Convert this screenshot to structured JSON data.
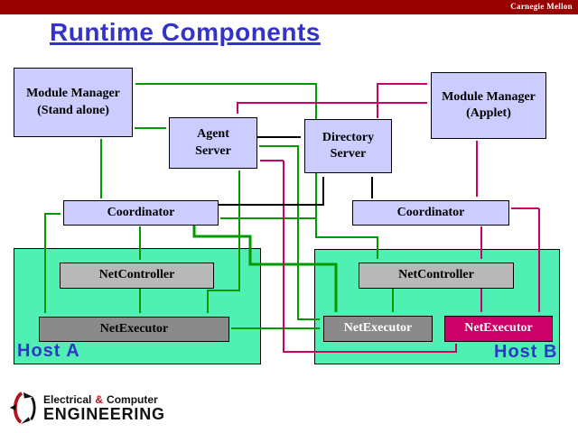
{
  "banner": {
    "brand": "Carnegie Mellon",
    "bg_color": "#990000",
    "text_color": "#ffffff"
  },
  "title": {
    "text": "Runtime Components",
    "color": "#3333cc"
  },
  "colors": {
    "box_fill": "#ccccff",
    "host_fill": "#50f0b4",
    "netcontroller_fill": "#b8b8b8",
    "netexecutor_gray_fill": "#8a8a8a",
    "netexecutor_crimson_fill": "#cc0066",
    "arrow_green": "#009900",
    "arrow_magenta": "#cc0066",
    "arrow_black": "#000000"
  },
  "boxes": {
    "module_manager_standalone": {
      "line1": "Module Manager",
      "line2": "(Stand alone)"
    },
    "agent_server": {
      "line1": "Agent",
      "line2": "Server"
    },
    "directory_server": {
      "line1": "Directory",
      "line2": "Server"
    },
    "module_manager_applet": {
      "line1": "Module Manager",
      "line2": "(Applet)"
    },
    "coordinator_a": {
      "label": "Coordinator"
    },
    "coordinator_b": {
      "label": "Coordinator"
    },
    "netcontroller_a": {
      "label": "NetController"
    },
    "netcontroller_b": {
      "label": "NetController"
    },
    "netexecutor_a": {
      "label": "NetExecutor"
    },
    "netexecutor_b_gray": {
      "label": "NetExecutor"
    },
    "netexecutor_b_crimson": {
      "label": "NetExecutor"
    }
  },
  "hosts": {
    "a": "Host A",
    "b": "Host B"
  },
  "footer": {
    "word1": "Electrical",
    "amp": "&",
    "word2": "Computer",
    "line2": "ENGINEERING"
  }
}
